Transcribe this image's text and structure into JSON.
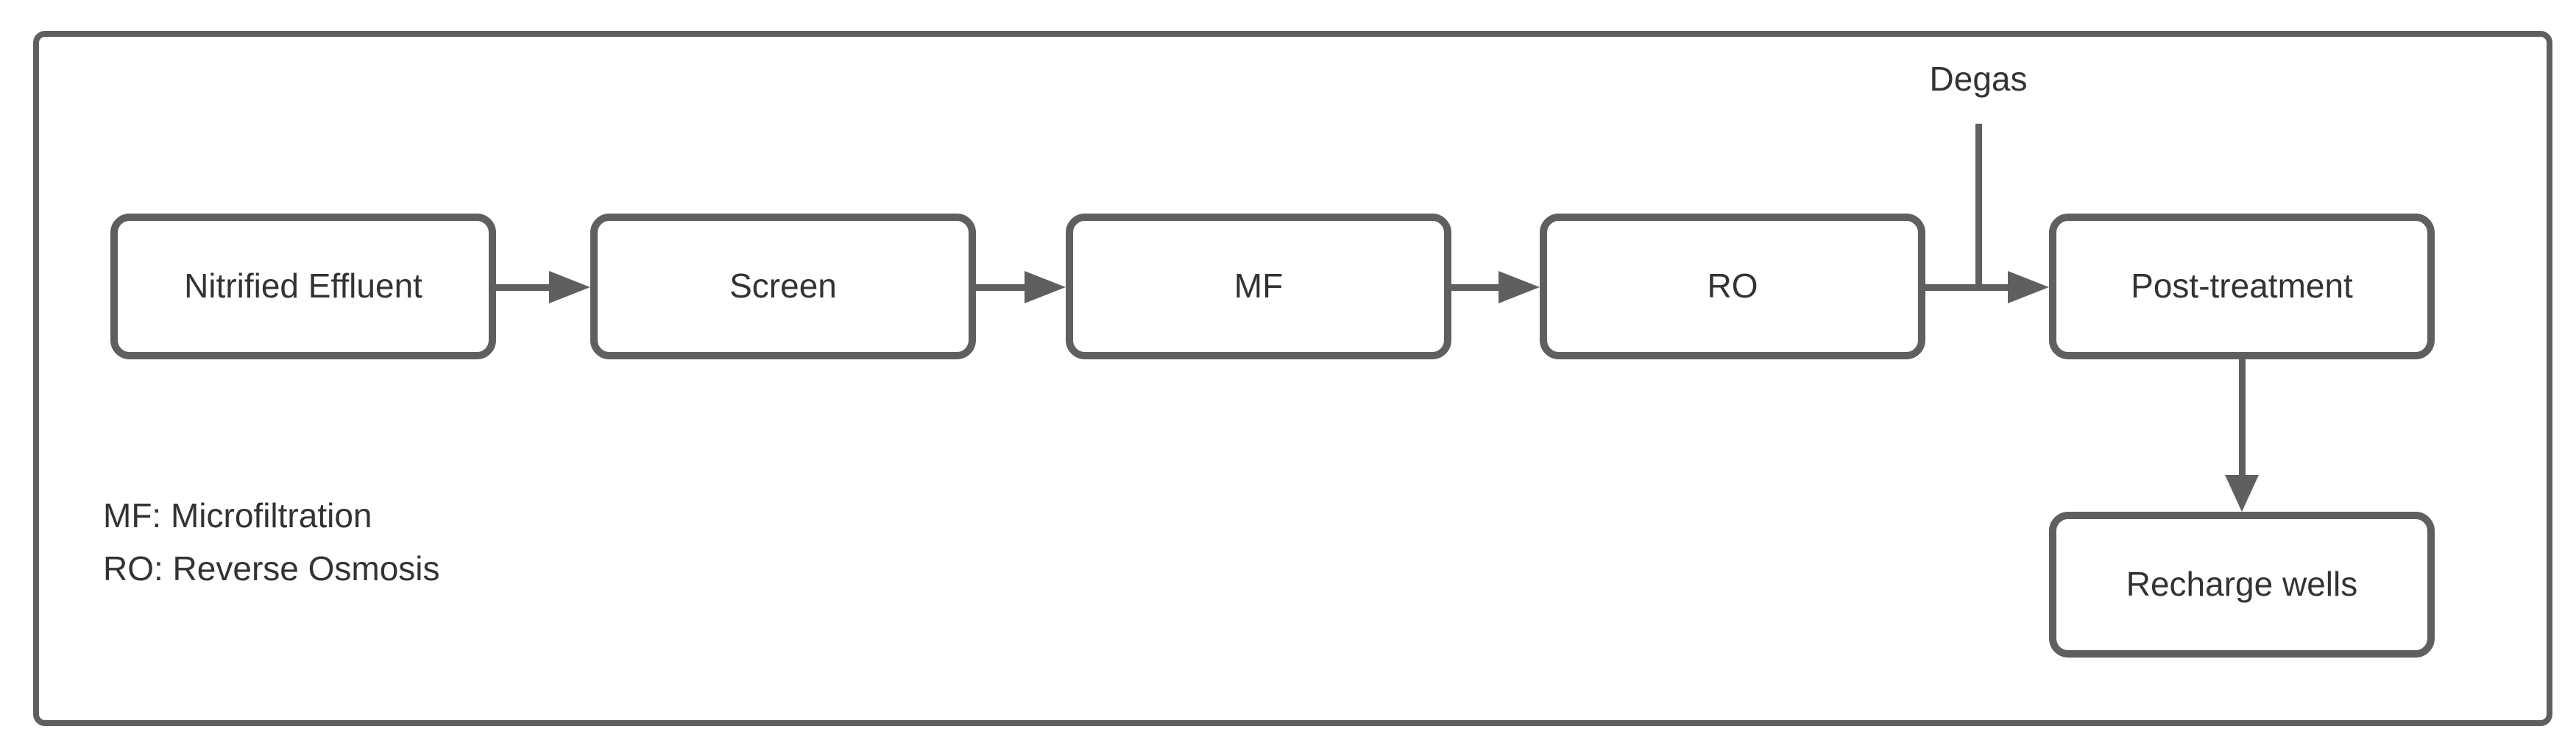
{
  "diagram": {
    "colors": {
      "stroke": "#5f5f5f",
      "text": "#333333",
      "background": "#ffffff"
    },
    "nodes": [
      {
        "id": "nitrified-effluent",
        "label": "Nitrified Effluent"
      },
      {
        "id": "screen",
        "label": "Screen"
      },
      {
        "id": "mf",
        "label": "MF"
      },
      {
        "id": "ro",
        "label": "RO"
      },
      {
        "id": "post-treatment",
        "label": "Post-treatment"
      },
      {
        "id": "recharge-wells",
        "label": "Recharge wells"
      }
    ],
    "edges": [
      {
        "from": "nitrified-effluent",
        "to": "screen"
      },
      {
        "from": "screen",
        "to": "mf"
      },
      {
        "from": "mf",
        "to": "ro"
      },
      {
        "from": "ro",
        "to": "post-treatment"
      },
      {
        "from": "degas",
        "to": "post-treatment"
      },
      {
        "from": "post-treatment",
        "to": "recharge-wells"
      }
    ],
    "annotations": {
      "degas_label": "Degas"
    },
    "legend": {
      "lines": [
        "MF: Microfiltration",
        "RO: Reverse Osmosis"
      ]
    }
  }
}
